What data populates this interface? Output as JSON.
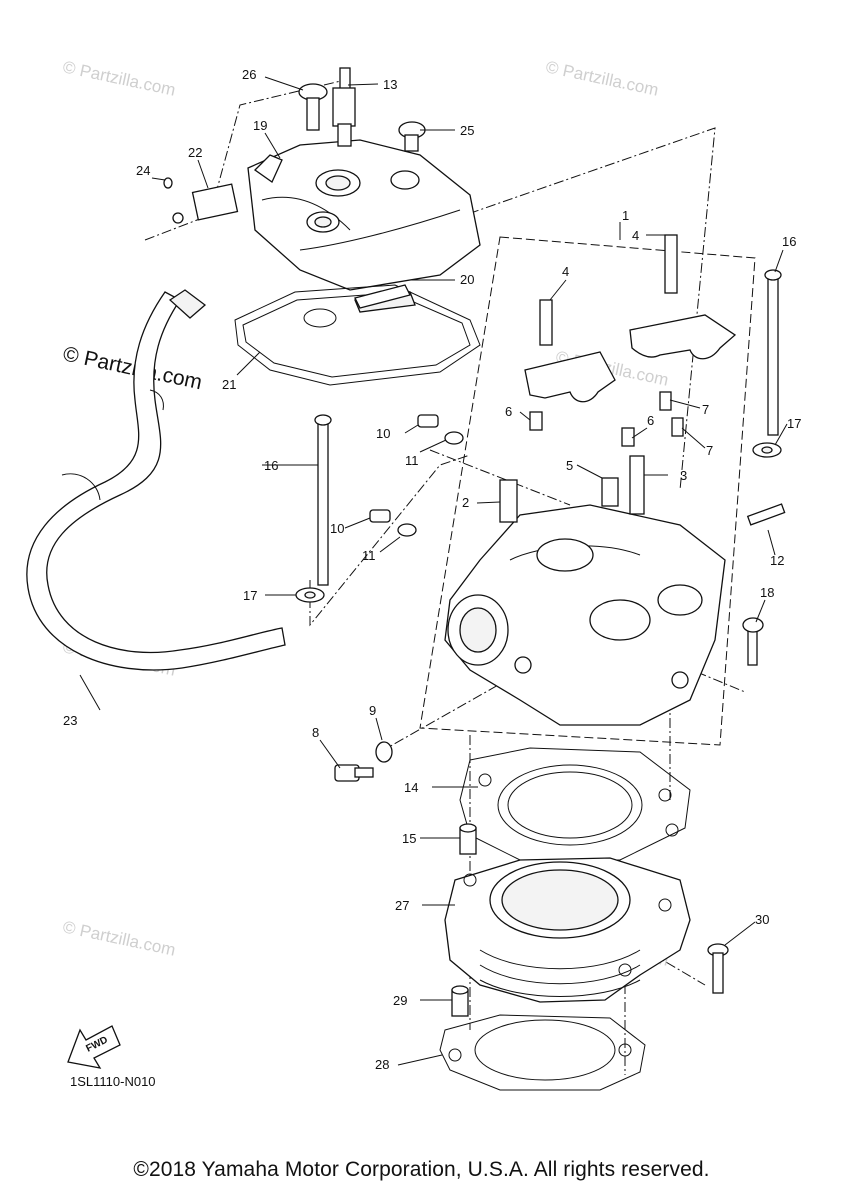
{
  "watermark": "© Partzilla.com",
  "watermark_main": "© Partzilla.com",
  "fwd_label": "FWD",
  "diagram_code": "1SL1110-N010",
  "copyright": "©2018 Yamaha Motor Corporation, U.S.A. All rights reserved.",
  "callouts": [
    "1",
    "2",
    "3",
    "4",
    "4",
    "5",
    "6",
    "6",
    "7",
    "7",
    "8",
    "9",
    "10",
    "10",
    "11",
    "11",
    "12",
    "13",
    "14",
    "15",
    "16",
    "16",
    "17",
    "17",
    "18",
    "19",
    "20",
    "21",
    "22",
    "23",
    "24",
    "25",
    "26",
    "27",
    "28",
    "29",
    "30"
  ]
}
